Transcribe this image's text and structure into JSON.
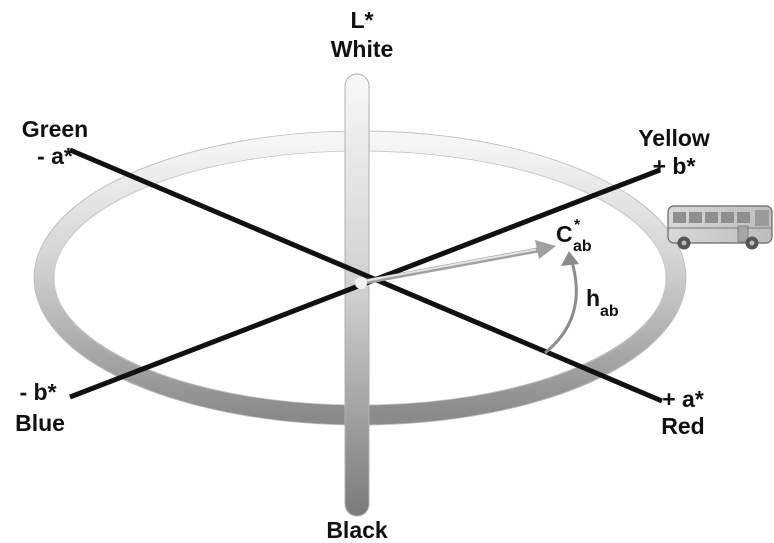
{
  "lightness_axis": {
    "top_symbol": "L*",
    "top_label": "White",
    "bottom_label": "Black"
  },
  "green_axis": {
    "label": "Green",
    "symbol": "- a*"
  },
  "red_axis": {
    "symbol": "+ a*",
    "label": "Red"
  },
  "yellow_axis": {
    "label": "Yellow",
    "symbol": "+ b*"
  },
  "blue_axis": {
    "symbol": "- b*",
    "label": "Blue"
  },
  "chroma": {
    "symbol": "C",
    "superscript": "*",
    "subscript": "ab"
  },
  "hue": {
    "symbol": "h",
    "subscript": "ab"
  },
  "bus_icon": "bus-icon",
  "colors": {
    "axis": "#111111",
    "arrow": "#9a9a9a",
    "ring_light": "#f4f4f4",
    "ring_dark": "#8e8e8e"
  }
}
